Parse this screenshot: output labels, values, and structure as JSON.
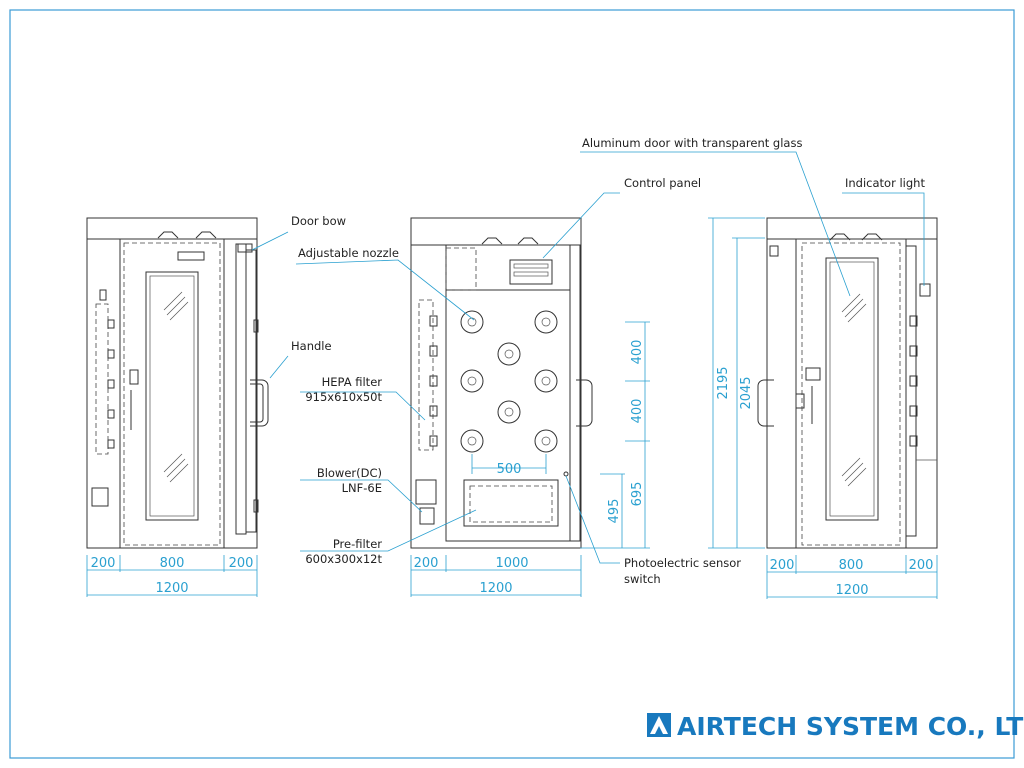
{
  "labels": {
    "door_bow": "Door bow",
    "adjustable_nozzle": "Adjustable nozzle",
    "handle": "Handle",
    "hepa_filter": "HEPA filter",
    "hepa_size": "915x610x50t",
    "blower": "Blower(DC)",
    "blower_model": "LNF-6E",
    "pre_filter": "Pre-filter",
    "pre_filter_size": "600x300x12t",
    "aluminum_door": "Aluminum door with transparent glass",
    "control_panel": "Control panel",
    "indicator_light": "Indicator light",
    "photo_sensor_1": "Photoelectric sensor",
    "photo_sensor_2": "switch"
  },
  "dimensions": {
    "left_view": {
      "side_left": "200",
      "center": "800",
      "side_right": "200",
      "total": "1200"
    },
    "middle_view": {
      "side": "200",
      "center": "1000",
      "total": "1200",
      "nozzle_spacing_h": "500",
      "nozzle_spacing_v1": "400",
      "nozzle_spacing_v2": "400",
      "sensor_height": "495",
      "lower_nozzle_height": "695"
    },
    "right_view": {
      "side_left": "200",
      "center": "800",
      "side_right": "200",
      "total": "1200",
      "overall_height": "2195",
      "door_height": "2045"
    }
  },
  "logo": {
    "company": "AIRTECH SYSTEM CO., LTD."
  },
  "colors": {
    "dimension": "#2aa0d0",
    "logo": "#1879be",
    "frame": "#3b9bd6"
  }
}
